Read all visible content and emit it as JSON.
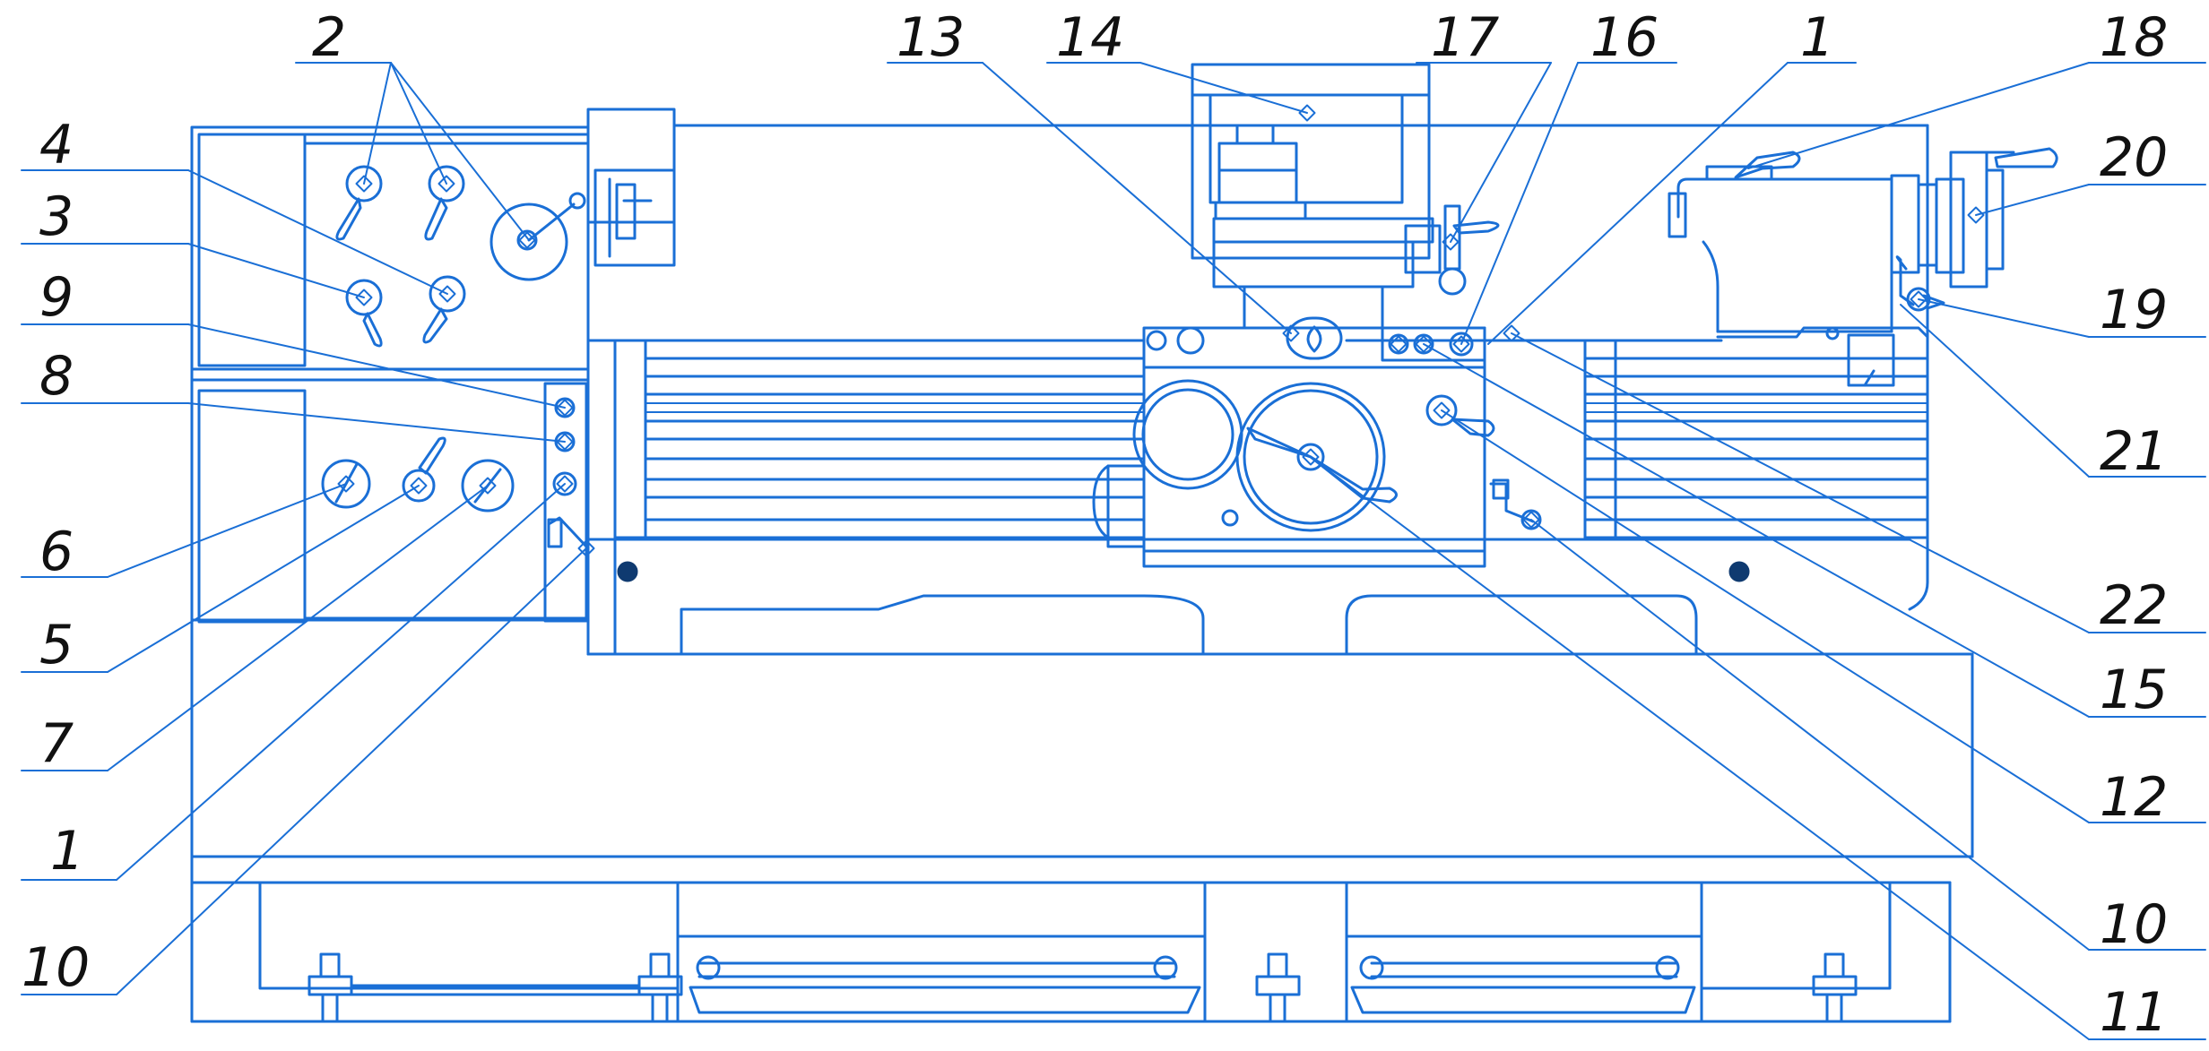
{
  "colors": {
    "line": "#1a6fd6",
    "fill_dark": "#0f3a70",
    "background": "#ffffff"
  },
  "callouts": [
    {
      "id": "c2",
      "text": "2"
    },
    {
      "id": "c4",
      "text": "4"
    },
    {
      "id": "c3",
      "text": "3"
    },
    {
      "id": "c9",
      "text": "9"
    },
    {
      "id": "c8",
      "text": "8"
    },
    {
      "id": "c6",
      "text": "6"
    },
    {
      "id": "c5",
      "text": "5"
    },
    {
      "id": "c7",
      "text": "7"
    },
    {
      "id": "c1L",
      "text": "1"
    },
    {
      "id": "c10L",
      "text": "10"
    },
    {
      "id": "c13",
      "text": "13"
    },
    {
      "id": "c14",
      "text": "14"
    },
    {
      "id": "c17",
      "text": "17"
    },
    {
      "id": "c16",
      "text": "16"
    },
    {
      "id": "c1R",
      "text": "1"
    },
    {
      "id": "c18",
      "text": "18"
    },
    {
      "id": "c20",
      "text": "20"
    },
    {
      "id": "c19",
      "text": "19"
    },
    {
      "id": "c21",
      "text": "21"
    },
    {
      "id": "c22",
      "text": "22"
    },
    {
      "id": "c15",
      "text": "15"
    },
    {
      "id": "c12",
      "text": "12"
    },
    {
      "id": "c10R",
      "text": "10"
    },
    {
      "id": "c11",
      "text": "11"
    }
  ]
}
